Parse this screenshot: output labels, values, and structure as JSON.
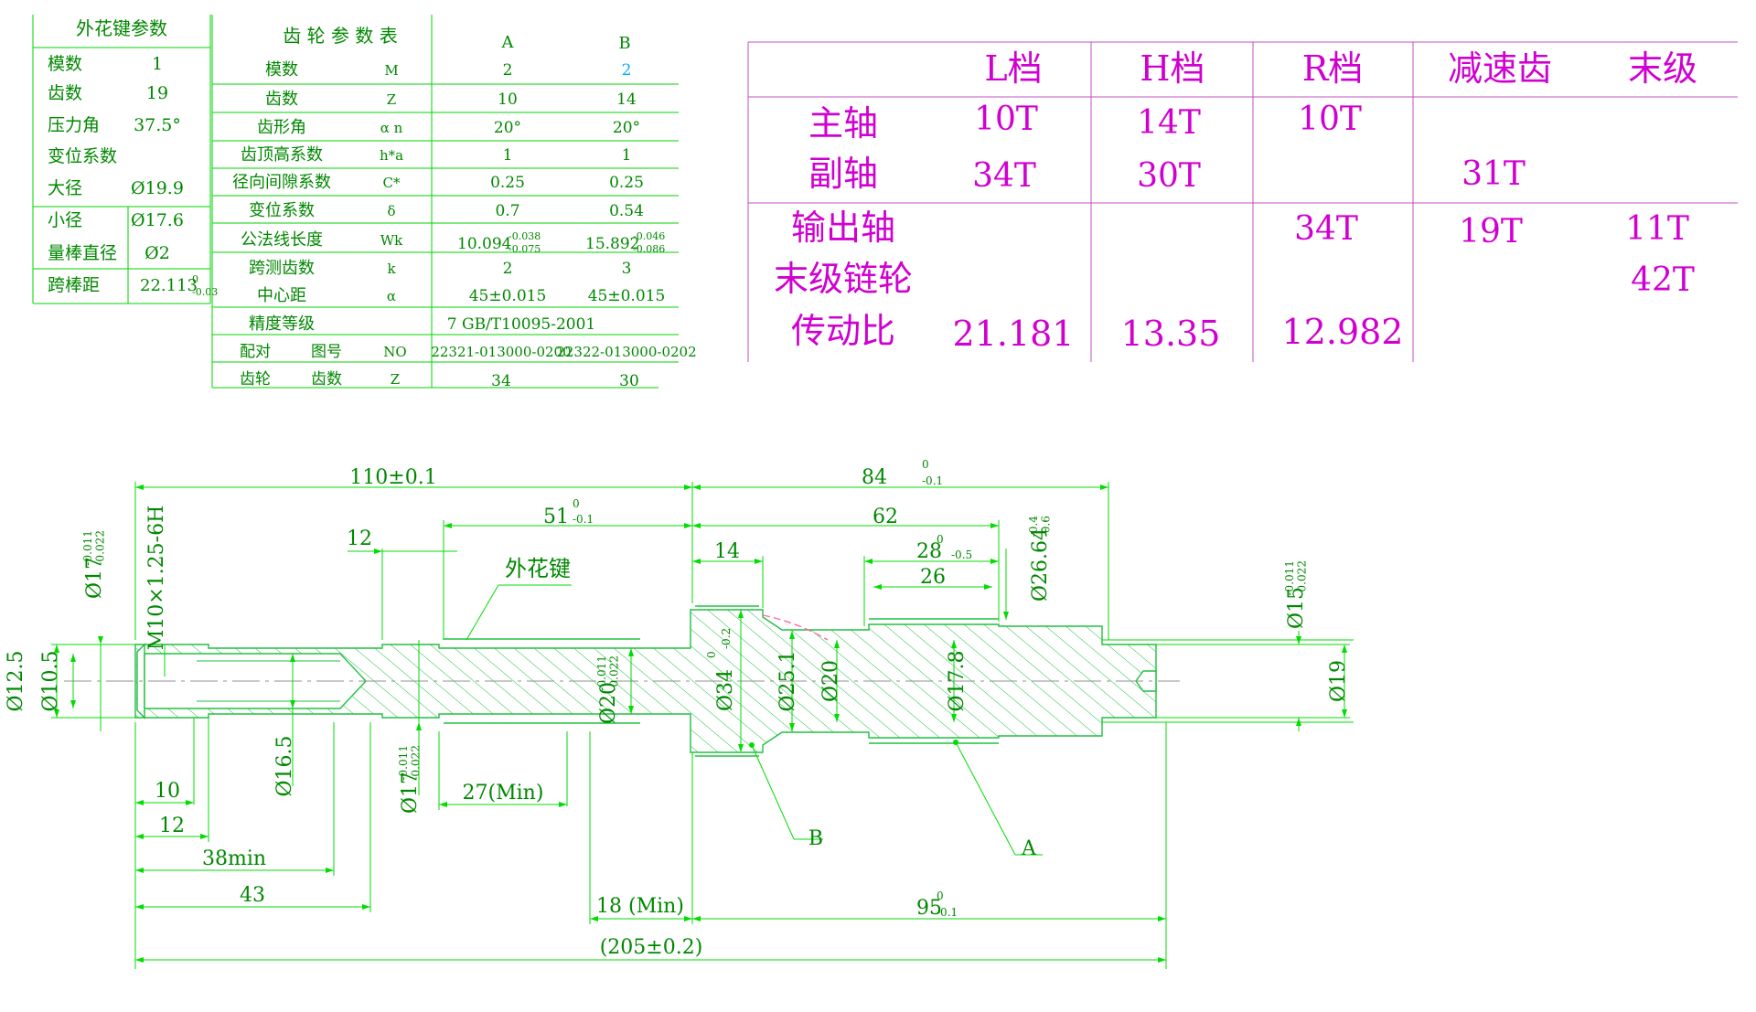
{
  "colors": {
    "line": "#00d400",
    "text": "#008800",
    "magenta": "#ff00ff",
    "dim": "#00dd00",
    "shaft": "#20c040",
    "center": "#909090",
    "b_column": "#00b0ff"
  },
  "spline_table": {
    "title": "外花键参数",
    "rows": [
      {
        "label": "模数",
        "value": "1"
      },
      {
        "label": "齿数",
        "value": "19"
      },
      {
        "label": "压力角",
        "value": "37.5°"
      },
      {
        "label": "变位系数",
        "value": ""
      },
      {
        "label": "大径",
        "value": "Ø19.9"
      },
      {
        "label": "小径",
        "value": "Ø17.6"
      },
      {
        "label": "量棒直径",
        "value": "Ø2"
      },
      {
        "label": "跨棒距",
        "value": "22.113",
        "sup": "0",
        "sub": "-0.03"
      }
    ]
  },
  "gear_table": {
    "title": "齿 轮 参 数 表",
    "col_a": "A",
    "col_b": "B",
    "rows": [
      {
        "label": "模数",
        "sym": "M",
        "a": "2",
        "b": "2"
      },
      {
        "label": "齿数",
        "sym": "Z",
        "a": "10",
        "b": "14"
      },
      {
        "label": "齿形角",
        "sym": "α n",
        "a": "20°",
        "b": "20°"
      },
      {
        "label": "齿顶高系数",
        "sym": "h*a",
        "a": "1",
        "b": "1"
      },
      {
        "label": "径向间隙系数",
        "sym": "C*",
        "a": "0.25",
        "b": "0.25"
      },
      {
        "label": "变位系数",
        "sym": "δ",
        "a": "0.7",
        "b": "0.54"
      },
      {
        "label": "公法线长度",
        "sym": "Wk",
        "a": "10.094",
        "a_up": "-0.038",
        "a_low": "-0.075",
        "b": "15.892",
        "b_up": "-0.046",
        "b_low": "-0.086"
      },
      {
        "label": "跨测齿数",
        "sym": "k",
        "a": "2",
        "b": "3"
      },
      {
        "label": "中心距",
        "sym": "α",
        "a": "45±0.015",
        "b": "45±0.015"
      }
    ],
    "precision_label": "精度等级",
    "precision_value": "7 GB/T10095-2001",
    "pair_label1": "配对",
    "pair_label2": "齿轮",
    "drawing_no_label": "图号",
    "drawing_no_sym": "NO",
    "drawing_no_a": "22321-013000-0200",
    "drawing_no_b": "22322-013000-0202",
    "teeth_label": "齿数",
    "teeth_sym": "Z",
    "teeth_a": "34",
    "teeth_b": "30"
  },
  "ratio_table": {
    "headers": [
      "L档",
      "H档",
      "R档",
      "减速齿",
      "末级"
    ],
    "row_labels": [
      "主轴",
      "副轴",
      "输出轴",
      "末级链轮",
      "传动比"
    ],
    "main_shaft": [
      "10T",
      "14T",
      "10T"
    ],
    "counter_shaft": [
      "34T",
      "30T",
      "31T"
    ],
    "output_shaft": [
      "34T",
      "19T",
      "11T"
    ],
    "final_sprocket": "42T",
    "ratios": [
      "21.181",
      "13.35",
      "12.982"
    ]
  },
  "drawing": {
    "dim_110": "110±0.1",
    "dim_84": "84",
    "dim_84_sup": "0",
    "dim_84_sub": "-0.1",
    "dim_51": "51",
    "dim_51_sup": "0",
    "dim_51_sub": "-0.1",
    "dim_62": "62",
    "dim_12_top": "12",
    "dim_14": "14",
    "dim_28": "28",
    "dim_28_sup": "0",
    "dim_28_sub": "-0.5",
    "dim_26": "26",
    "spline_note": "外花键",
    "thread": "M10×1.25-6H",
    "d17_left": "Ø17",
    "d17_left_up": "-0.011",
    "d17_left_low": "-0.022",
    "d12_5": "Ø12.5",
    "d10_5": "Ø10.5",
    "d16_5": "Ø16.5",
    "d17_low": "Ø17",
    "d17_low_up": "-0.011",
    "d17_low_low": "-0.022",
    "d20_tol": "Ø20",
    "d20_tol_up": "-0.011",
    "d20_tol_low": "-0.022",
    "d34": "Ø34",
    "d34_sup": "0",
    "d34_sub": "-0.2",
    "d25_1": "Ø25.1",
    "d20": "Ø20",
    "d17_8": "Ø17.8",
    "d26_64": "Ø26.64",
    "d26_64_up": "-0.4",
    "d26_64_low": "-0.6",
    "d15": "Ø15",
    "d15_up": "-0.011",
    "d15_low": "-0.022",
    "d19": "Ø19",
    "dim_10": "10",
    "dim_12_low": "12",
    "dim_27": "27(Min)",
    "dim_38": "38min",
    "dim_43": "43",
    "dim_18": "18 (Min)",
    "dim_95": "95",
    "dim_95_sup": "0",
    "dim_95_sub": "-0.1",
    "dim_205": "(205±0.2)",
    "label_a": "A",
    "label_b": "B"
  }
}
